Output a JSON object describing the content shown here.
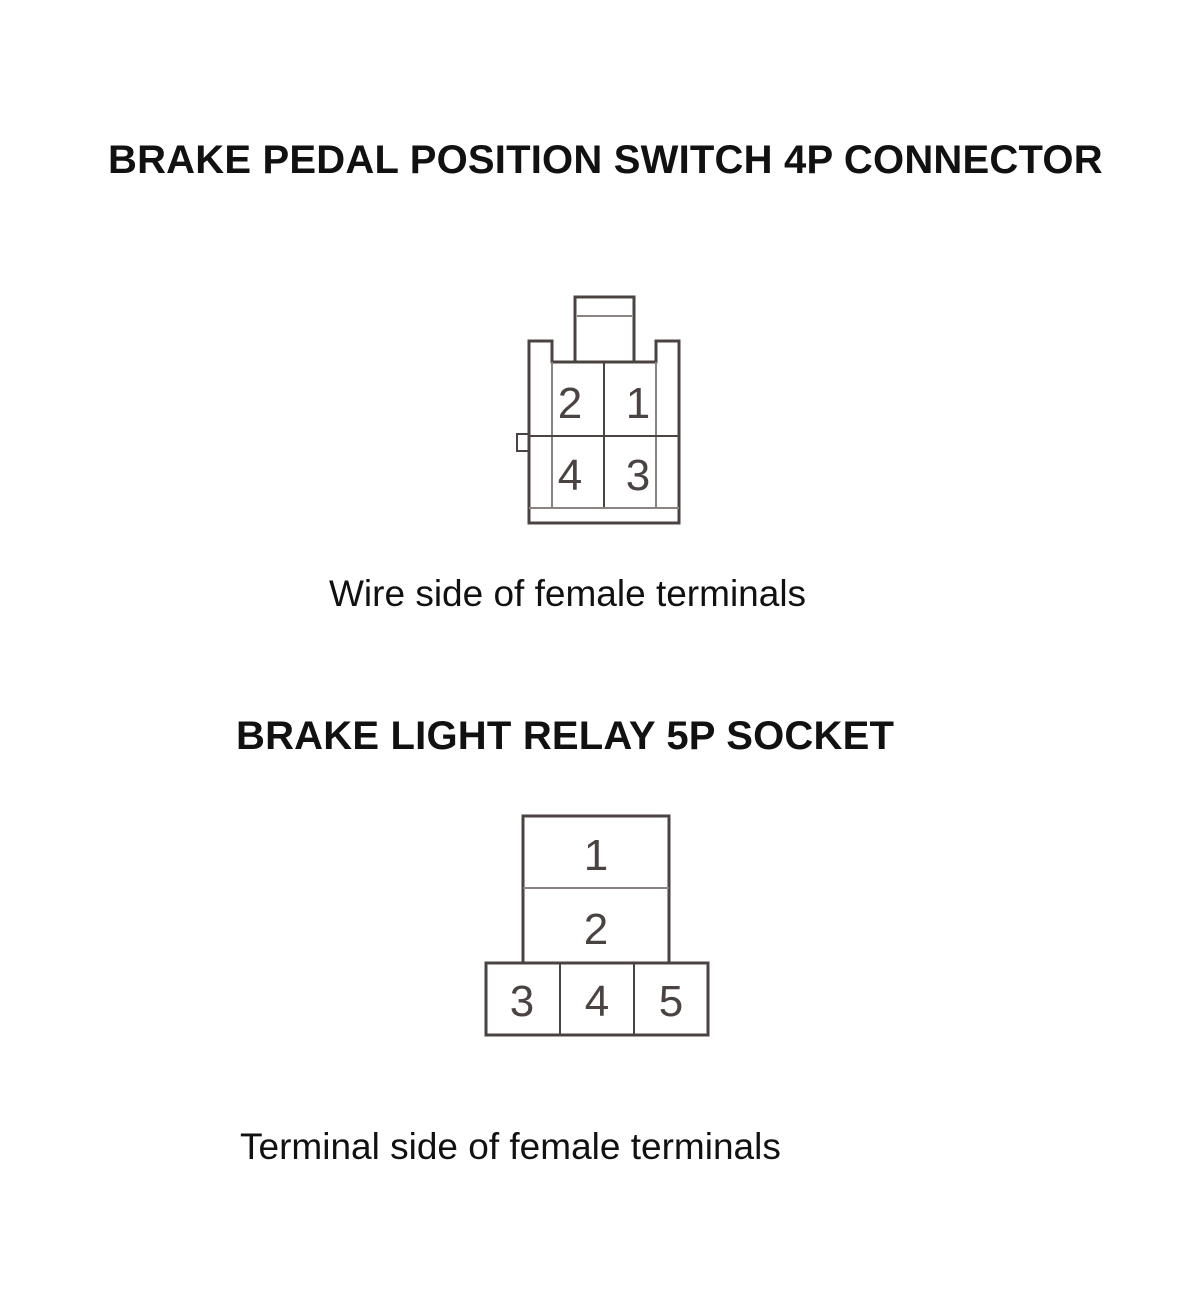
{
  "brake_pedal_switch": {
    "title": "BRAKE PEDAL POSITION SWITCH 4P CONNECTOR",
    "pins": [
      "2",
      "1",
      "4",
      "3"
    ],
    "caption": "Wire side of female terminals"
  },
  "brake_light_relay": {
    "title": "BRAKE LIGHT RELAY 5P SOCKET",
    "pins": [
      "1",
      "2",
      "3",
      "4",
      "5"
    ],
    "caption": "Terminal side of female terminals"
  },
  "colors": {
    "line": "#4a4342",
    "text": "#111111",
    "background": "#ffffff"
  }
}
